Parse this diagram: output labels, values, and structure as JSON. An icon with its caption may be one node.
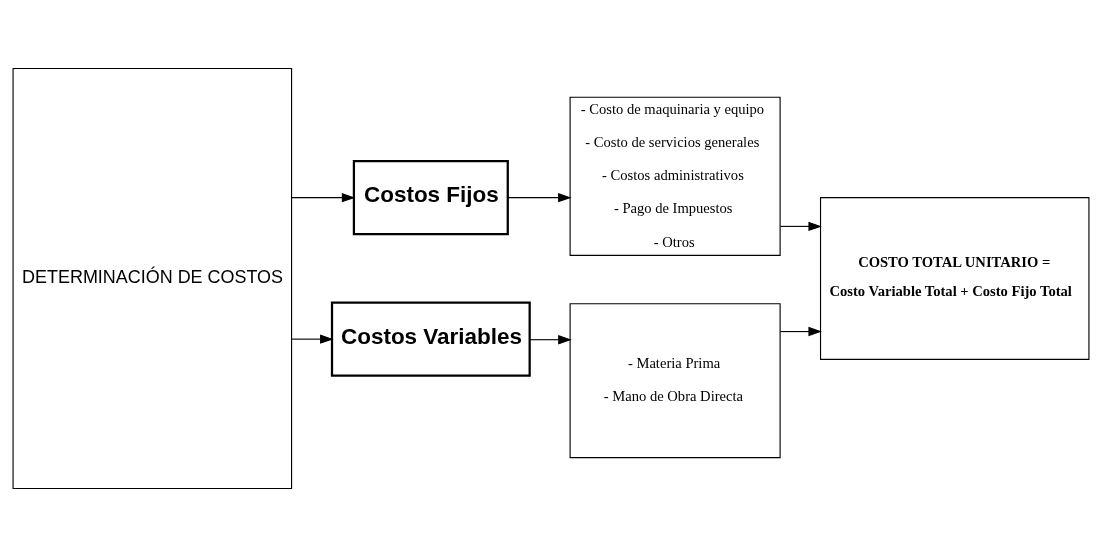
{
  "diagram": {
    "nodes": [
      {
        "text": [
          "DETERMINACIÓN DE COSTOS"
        ]
      },
      {
        "text": [
          "Costos Fijos"
        ]
      },
      {
        "text": [
          "Costos Variables"
        ]
      },
      {
        "text": [
          "- Costo de maquinaria y equipo",
          "- Costo de servicios generales",
          "- Costos administrativos",
          "- Pago de Impuestos",
          "- Otros"
        ]
      },
      {
        "text": [
          "- Materia Prima",
          "- Mano de Obra Directa"
        ]
      },
      {
        "text": [
          "COSTO TOTAL UNITARIO =",
          "Costo Variable Total + Costo Fijo Total"
        ]
      }
    ],
    "edges": [
      {
        "from": 0,
        "to": 1,
        "arrow": "to"
      },
      {
        "from": 0,
        "to": 2,
        "arrow": "to"
      },
      {
        "from": 1,
        "to": 3,
        "arrow": "to"
      },
      {
        "from": 2,
        "to": 4,
        "arrow": "to"
      },
      {
        "from": 3,
        "to": 5,
        "arrow": "to"
      },
      {
        "from": 4,
        "to": 5,
        "arrow": "to"
      }
    ]
  }
}
